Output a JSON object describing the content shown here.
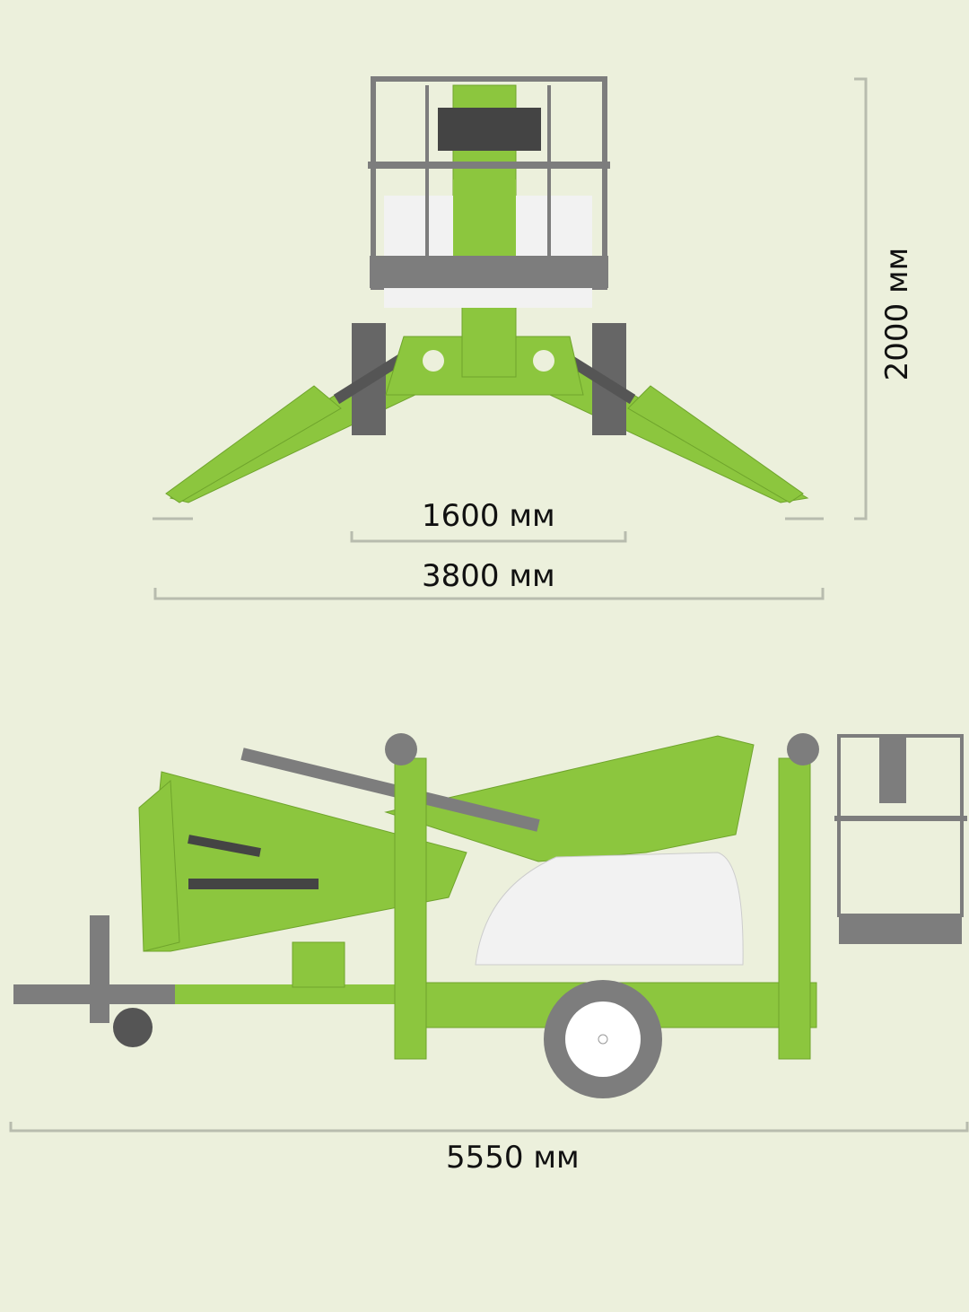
{
  "dimensions": {
    "height": "2000 мм",
    "track_width": "1600 мм",
    "outrigger_span": "3800 мм",
    "length": "5550 мм"
  },
  "colors": {
    "background": "#ecf0dc",
    "machine_green": "#8cc63e",
    "frame_gray": "#7d7d7d",
    "dark_gray": "#4a4a4a",
    "cover_white": "#f2f2f2",
    "dimension_line": "#b8bcae"
  }
}
